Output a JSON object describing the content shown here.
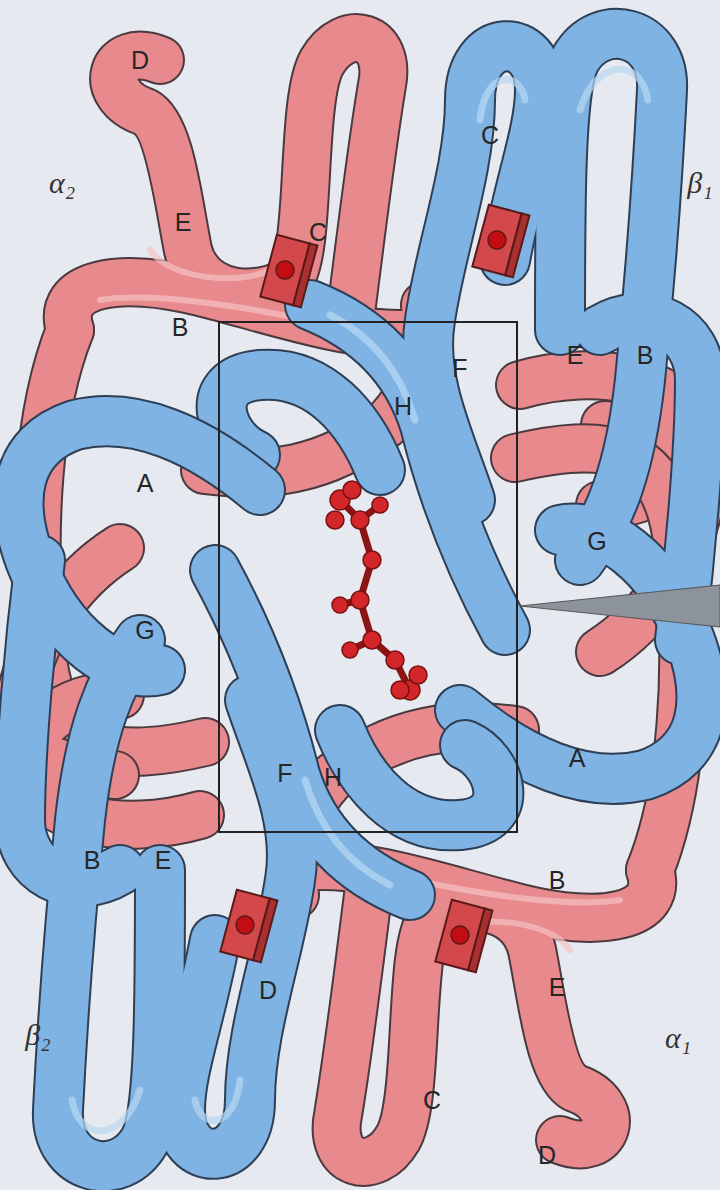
{
  "diagram": {
    "labels": [
      "α₂",
      "β₁",
      "D",
      "C",
      "C",
      "E",
      "B",
      "E",
      "B",
      "H",
      "F",
      "A",
      "G",
      "G",
      "F",
      "H",
      "A",
      "B",
      "E",
      "B",
      "E",
      "β₂",
      "α₁",
      "D",
      "C",
      "D"
    ]
  }
}
